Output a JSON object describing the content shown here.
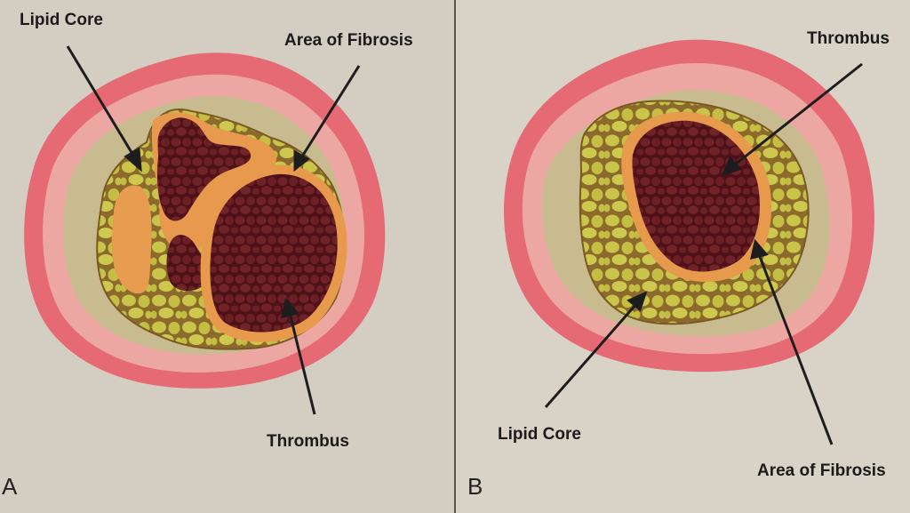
{
  "panels": [
    {
      "letter": "A",
      "labels": {
        "lipid_core": "Lipid Core",
        "fibrosis": "Area of Fibrosis",
        "thrombus": "Thrombus"
      }
    },
    {
      "letter": "B",
      "labels": {
        "thrombus": "Thrombus",
        "lipid_core": "Lipid Core",
        "fibrosis": "Area of Fibrosis"
      }
    }
  ]
}
